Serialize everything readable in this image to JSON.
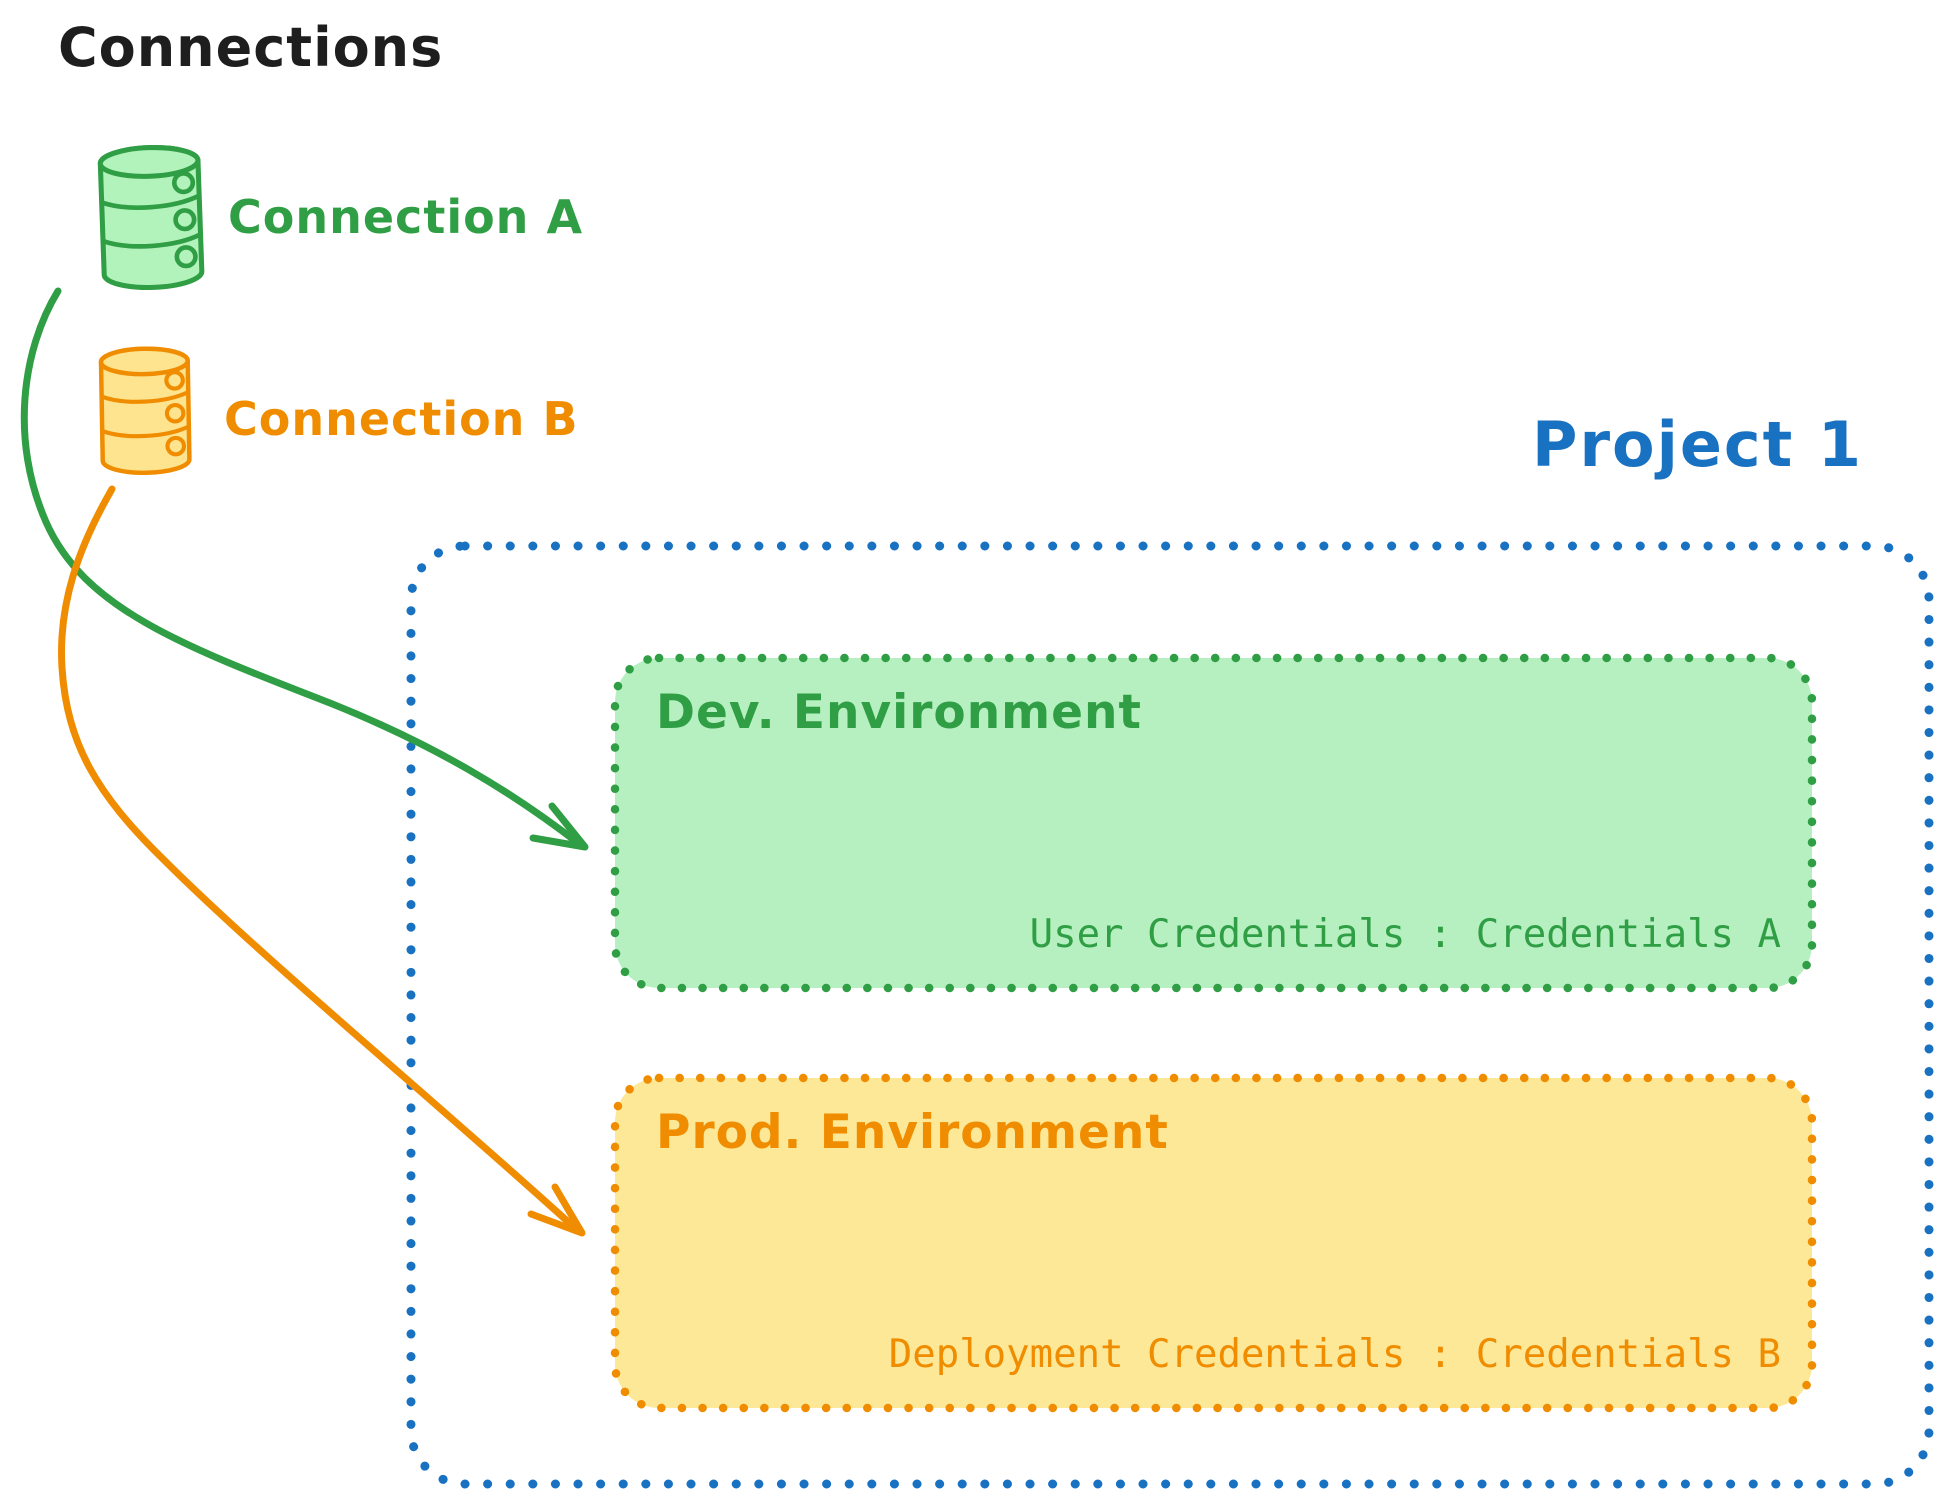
{
  "canvas_title": "Connections",
  "palette": {
    "ink": "#1e1e1e",
    "green": "#2f9e44",
    "green_fill": "#b6f0c1",
    "orange": "#f08c00",
    "orange_fill": "#fce896",
    "blue": "#1971c2"
  },
  "connections": [
    {
      "label": "Connection A",
      "icon": "database-icon",
      "color": "#2f9e44"
    },
    {
      "label": "Connection B",
      "icon": "database-icon",
      "color": "#f08c00"
    }
  ],
  "project": {
    "title": "Project 1",
    "environments": [
      {
        "title": "Dev. Environment",
        "credentials": "User Credentials : Credentials A"
      },
      {
        "title": "Prod. Environment",
        "credentials": "Deployment Credentials : Credentials B"
      }
    ]
  }
}
